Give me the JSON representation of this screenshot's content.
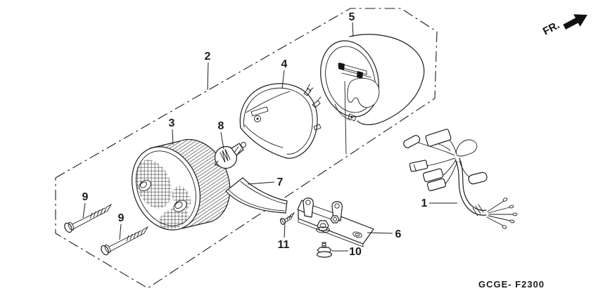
{
  "diagram": {
    "direction_indicator": "FR.",
    "drawing_code": "GCGE- F2300",
    "callouts": {
      "part1": "1",
      "part2": "2",
      "part3": "3",
      "part4": "4",
      "part5": "5",
      "part6": "6",
      "part7": "7",
      "part8": "8",
      "part9_upper": "9",
      "part9_lower": "9",
      "part10": "10",
      "part11": "11"
    },
    "colors": {
      "line": "#1c1c1c",
      "background": "#ffffff"
    }
  }
}
